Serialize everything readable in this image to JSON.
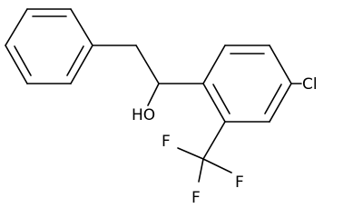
{
  "diagram": {
    "atoms": {
      "hydroxyl": "HO",
      "chlorine": "Cl",
      "fluorine_left": "F",
      "fluorine_right": "F",
      "fluorine_bottom": "F"
    },
    "colors": {
      "line": "#000000",
      "background": "#ffffff"
    }
  }
}
